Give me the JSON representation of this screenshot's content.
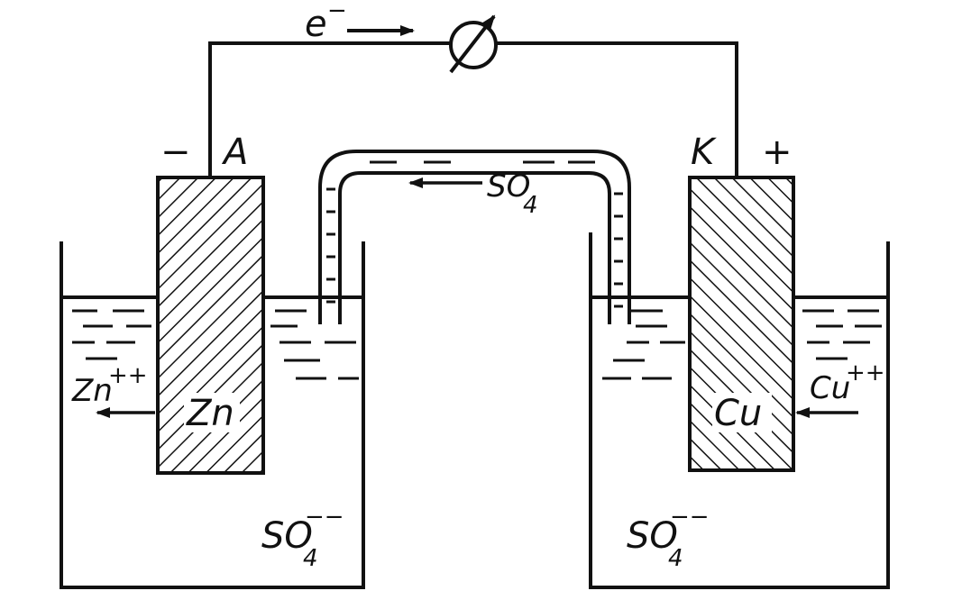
{
  "labels": {
    "electron": "e",
    "electron_sup": "−",
    "minus": "−",
    "plus": "+",
    "anode": "A",
    "cathode": "K",
    "zn_electrode": "Zn",
    "cu_electrode": "Cu",
    "zn_ion": "Zn",
    "zn_ion_sup": "++",
    "cu_ion": "Cu",
    "cu_ion_sup": "++",
    "so4": "SO",
    "so4_sub": "4",
    "so4_sup": "−−"
  },
  "colors": {
    "ink": "#111111",
    "paper": "#ffffff"
  }
}
